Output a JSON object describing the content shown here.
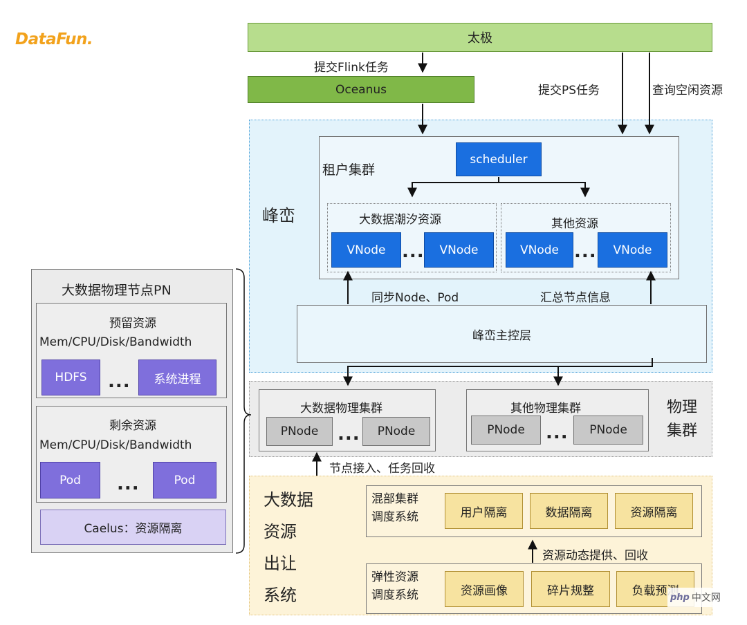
{
  "logo": {
    "text": "DataFun.",
    "color": "#f2a21c"
  },
  "top": {
    "taiji": "太极",
    "oceanus": "Oceanus",
    "submit_flink": "提交Flink任务",
    "submit_ps": "提交PS任务",
    "query_idle": "查询空闲资源"
  },
  "fengluan": {
    "title": "峰峦",
    "tenant": {
      "title": "租户集群",
      "scheduler": "scheduler",
      "bigdata_tidal": "大数据潮汐资源",
      "other_resources": "其他资源",
      "vnode": "VNode",
      "ellipsis": "..."
    },
    "sync_label": "同步Node、Pod",
    "summary_label": "汇总节点信息",
    "master": "峰峦主控层"
  },
  "physical": {
    "title": "物理集群",
    "bigdata_cluster": "大数据物理集群",
    "other_cluster": "其他物理集群",
    "pnode": "PNode",
    "ellipsis": "...",
    "node_access": "节点接入、任务回收"
  },
  "release": {
    "title_lines": [
      "大数据",
      "资源",
      "出让",
      "系统"
    ],
    "mixed": {
      "title": "混部集群\n调度系统",
      "items": [
        "用户隔离",
        "数据隔离",
        "资源隔离"
      ]
    },
    "dynamic_label": "资源动态提供、回收",
    "elastic": {
      "title": "弹性资源\n调度系统",
      "items": [
        "资源画像",
        "碎片规整",
        "负载预测"
      ]
    }
  },
  "pn": {
    "title": "大数据物理节点PN",
    "reserved": {
      "title": "预留资源",
      "spec": "Mem/CPU/Disk/Bandwidth",
      "items": [
        "HDFS",
        "系统进程"
      ],
      "ellipsis": "..."
    },
    "remaining": {
      "title": "剩余资源",
      "spec": "Mem/CPU/Disk/Bandwidth",
      "items": [
        "Pod",
        "Pod"
      ],
      "ellipsis": "..."
    },
    "caelus": "Caelus：资源隔离"
  },
  "watermark": {
    "php": "php",
    "site": "中文网"
  },
  "colors": {
    "green_light": "#b7dd8d",
    "green_dark": "#80b848",
    "blue_node": "#1a6fe0",
    "fengluan_bg": "#e3f3fb",
    "physical_bg": "#ececec",
    "release_bg": "#fdf3d8",
    "purple_node": "#7f6fdc",
    "yellow_item": "#f7e3a0"
  }
}
